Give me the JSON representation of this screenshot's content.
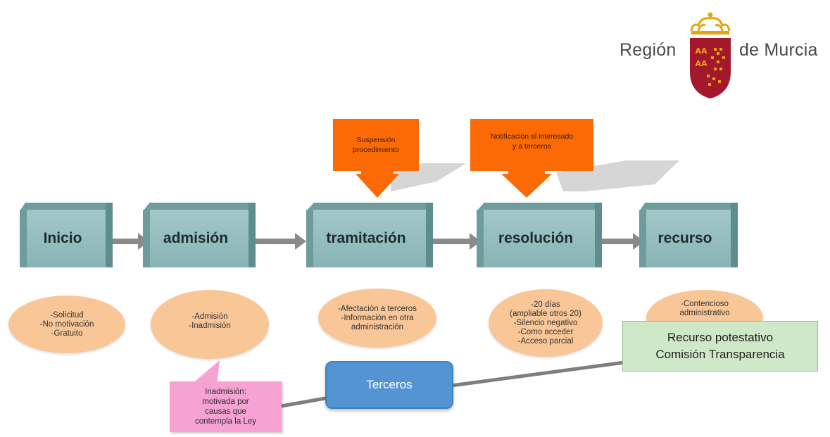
{
  "logo": {
    "left_text": "Región",
    "right_text": "de Murcia",
    "emblem_letters": [
      "AA",
      "AA"
    ]
  },
  "steps": [
    {
      "label": "Inicio"
    },
    {
      "label": "admisión"
    },
    {
      "label": "tramitación"
    },
    {
      "label": "resolución"
    },
    {
      "label": "recurso"
    }
  ],
  "notes": [
    {
      "lines": [
        "-Solicitud",
        "-No motivación",
        "-Gratuito"
      ]
    },
    {
      "lines": [
        "-Admisión",
        "-Inadmisión"
      ]
    },
    {
      "lines": [
        "-Afectación a terceros",
        "-Información en otra",
        "administración"
      ]
    },
    {
      "lines": [
        "-20 días",
        "(ampliable otros 20)",
        "-Silencio negativo",
        "-Como acceder",
        "-Acceso parcial"
      ]
    },
    {
      "lines": [
        "-Contencioso",
        "administrativo"
      ]
    }
  ],
  "callouts": [
    {
      "lines": [
        "Suspensión",
        "procedimiento"
      ]
    },
    {
      "lines": [
        "Notificación al interesado",
        "y a terceros"
      ]
    }
  ],
  "inadmision_note": {
    "lines": [
      "Inadmisión:",
      "motivada por",
      "causas que",
      "contempla la Ley"
    ]
  },
  "terceros": {
    "label": "Terceros"
  },
  "recurso_potestativo": {
    "lines": [
      "Recurso potestativo",
      "Comisión Transparencia"
    ]
  },
  "colors": {
    "box": "#88b4b5",
    "oval": "#f9c697",
    "callout": "#fb6a04",
    "pink": "#f6a3d4",
    "terceros": "#5594d2",
    "green": "#cfe8c7",
    "arrow": "#8a8a8a"
  }
}
